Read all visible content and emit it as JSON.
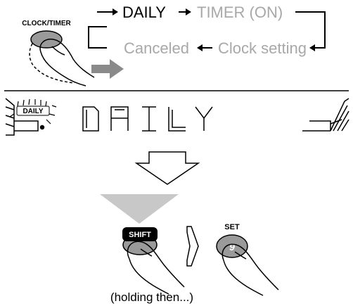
{
  "button_labels": {
    "clock_timer": "CLOCK/TIMER",
    "shift": "SHIFT",
    "set": "SET",
    "set_key_numeral": "9"
  },
  "cycle": {
    "daily": "DAILY",
    "timer_on": "TIMER (ON)",
    "clock_setting": "Clock setting",
    "canceled": "Canceled"
  },
  "display": {
    "indicator": "DAILY",
    "segment_text": "DAILY"
  },
  "caption": "(holding then...)",
  "colors": {
    "ink": "#000000",
    "inactive_text": "#a8a8a8",
    "button_grey": "#9a9a9a",
    "motion_arrow": "#8a8a8a",
    "big_arrow": "#c8c8c8",
    "shift_label_bg": "#000000"
  }
}
